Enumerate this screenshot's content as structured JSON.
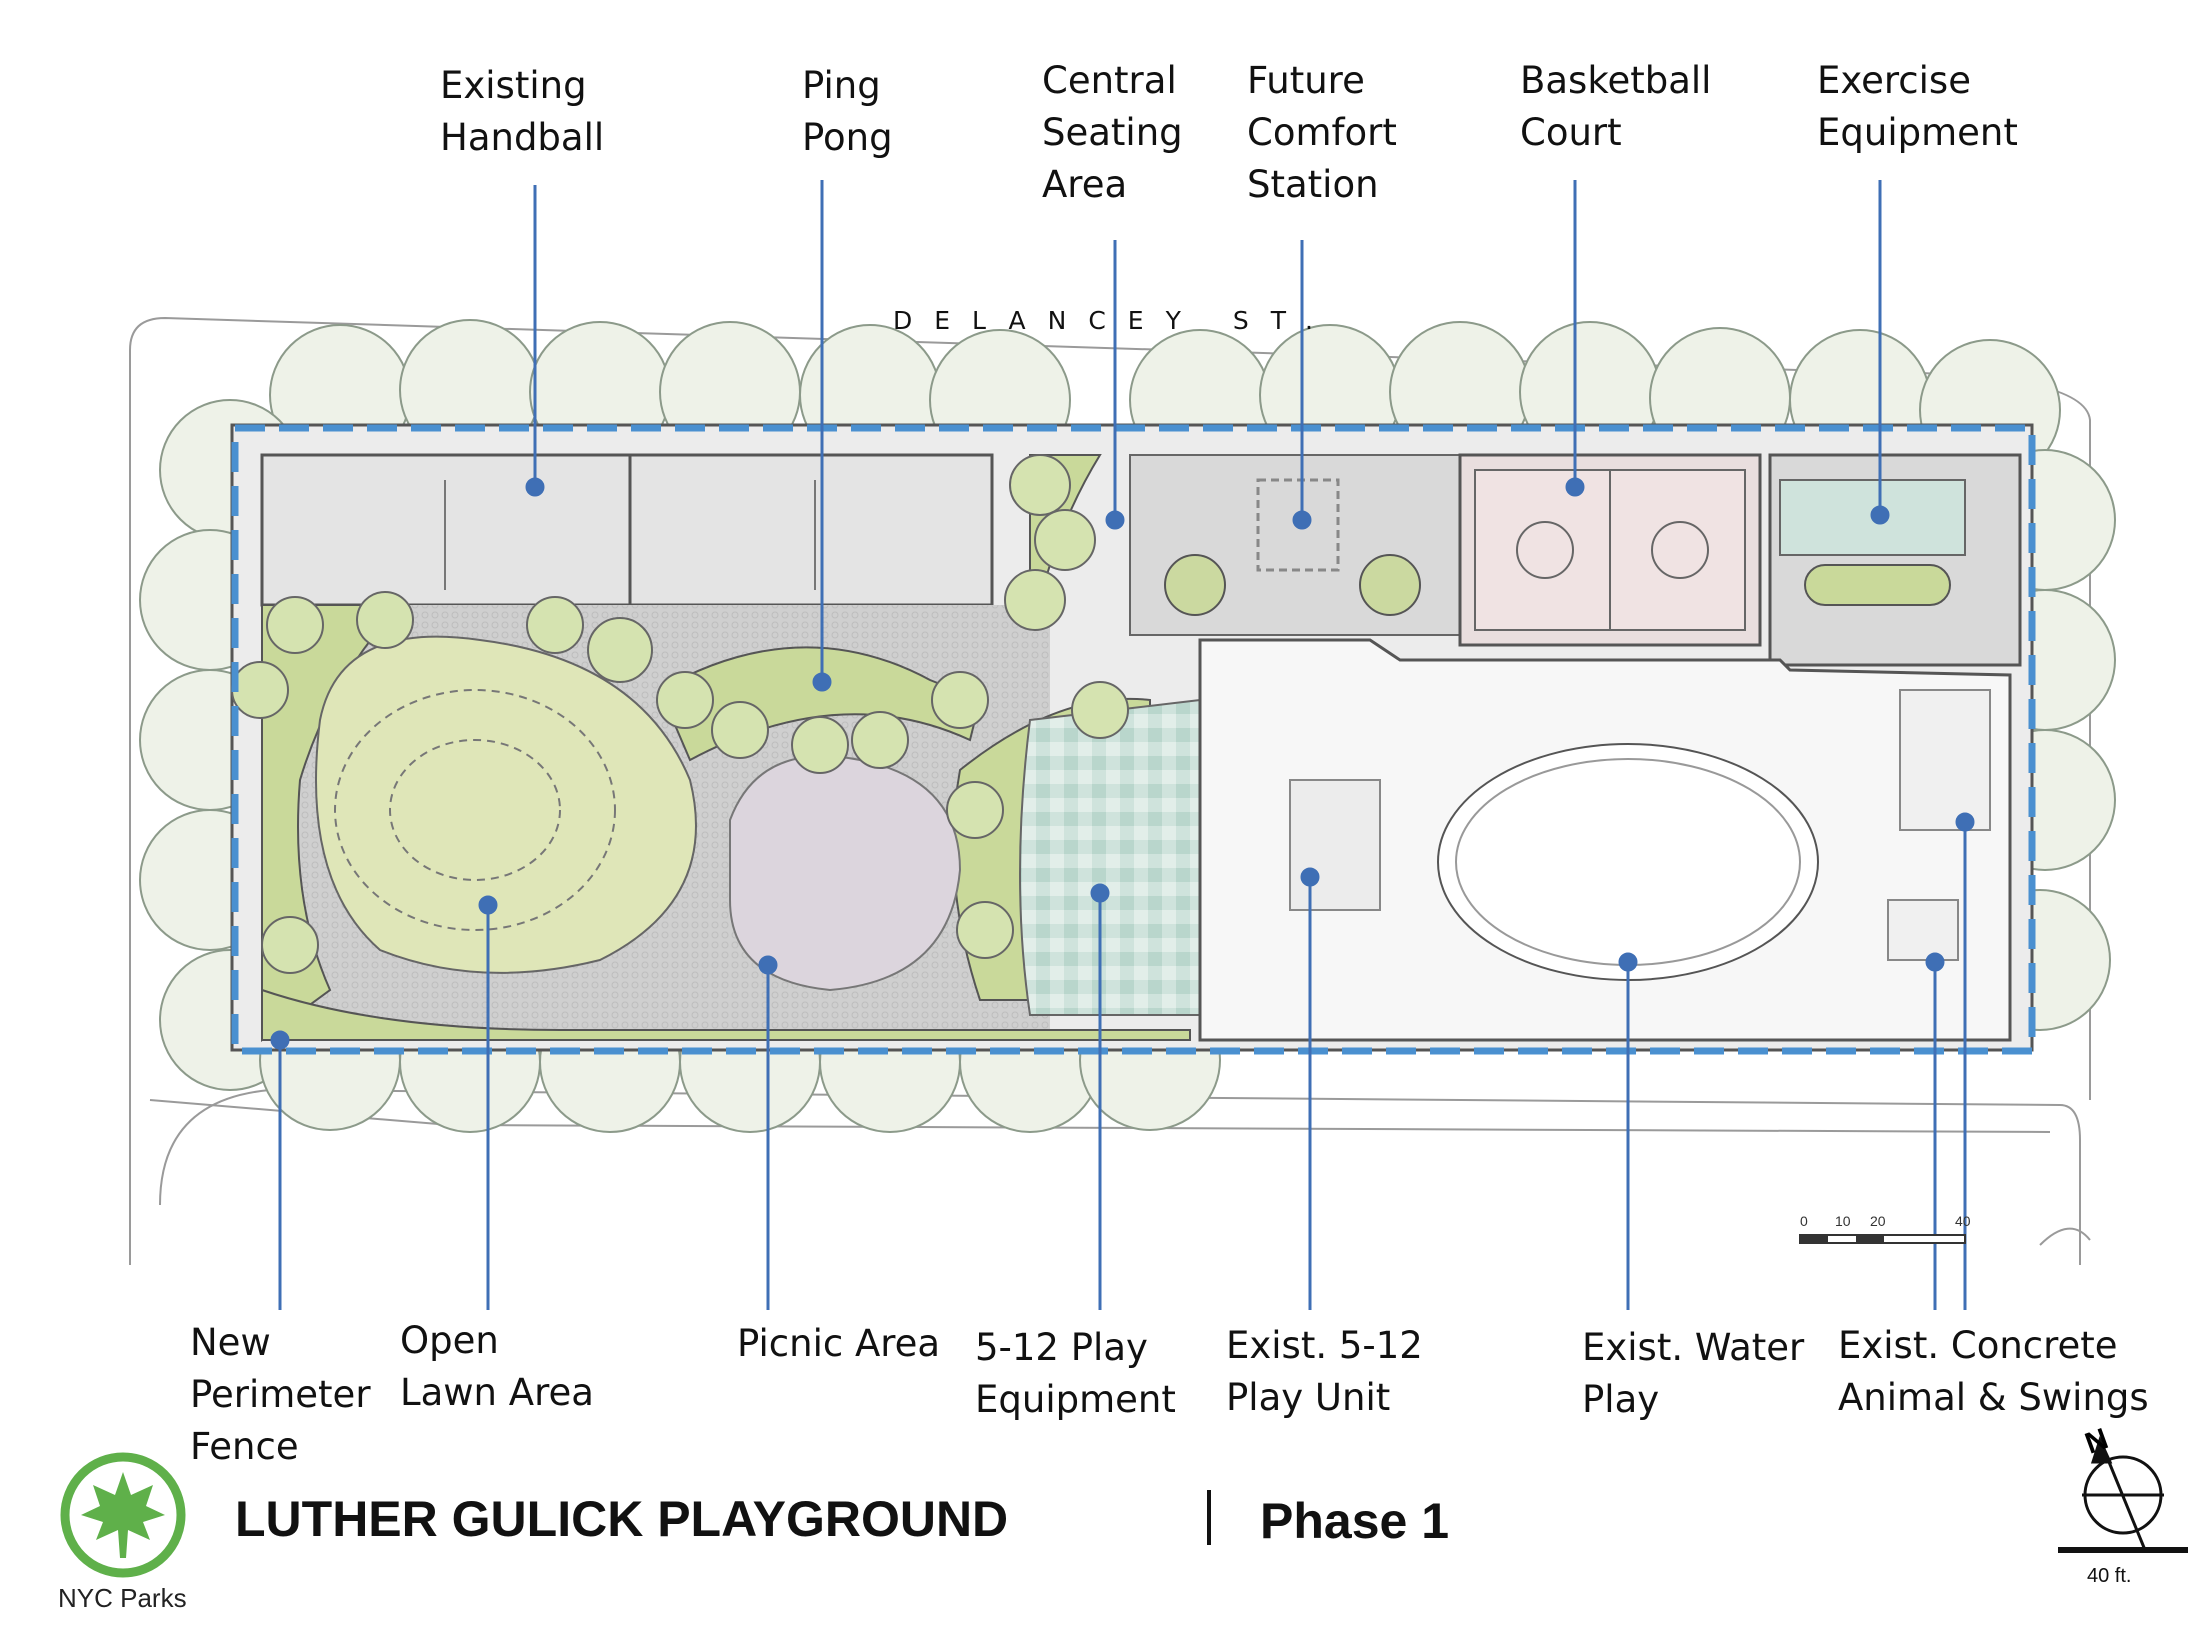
{
  "street_name": "DELANCEY ST.",
  "title": "LUTHER GULICK PLAYGROUND",
  "phase": "Phase 1",
  "logo_label": "NYC Parks",
  "scale": {
    "label": "40 ft.",
    "ticks": [
      "0",
      "10",
      "20",
      "40"
    ]
  },
  "north_label": "N",
  "labels": {
    "existing_handball": "Existing\nHandball",
    "ping_pong": "Ping\nPong",
    "central_seating": "Central\nSeating\nArea",
    "comfort_station": "Future\nComfort\nStation",
    "basketball_court": "Basketball\nCourt",
    "exercise_equipment": "Exercise\nEquipment",
    "perimeter_fence": "New\nPerimeter\nFence",
    "open_lawn": "Open\nLawn Area",
    "picnic_area": "Picnic Area",
    "play_equipment_512": "5-12 Play\nEquipment",
    "exist_play_unit": "Exist. 5-12\nPlay Unit",
    "exist_water_play": "Exist. Water\nPlay",
    "exist_concrete_animal": "Exist. Concrete\nAnimal & Swings"
  },
  "colors": {
    "leader_blue": "#3f6fb5",
    "fence_blue": "#4a90d0",
    "lawn": "#dfe6b8",
    "planting": "#c9d99a",
    "paving": "#d5d5d5",
    "court": "#f0e3e3",
    "logo_green": "#5fb04a"
  }
}
